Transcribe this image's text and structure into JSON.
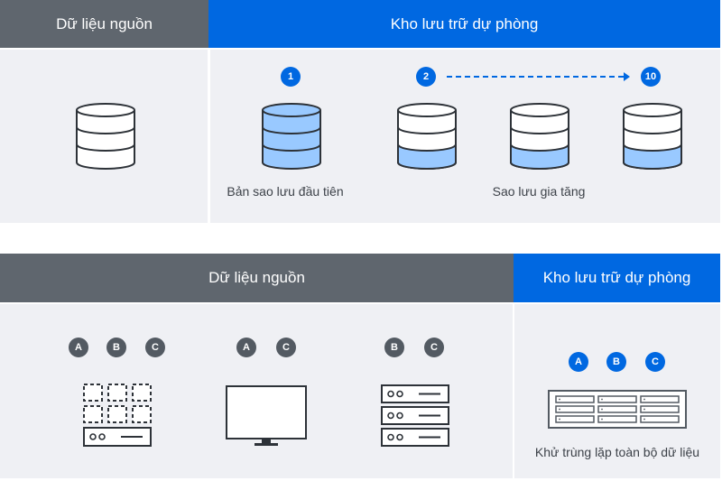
{
  "top_panel": {
    "source_header": "Dữ liệu nguồn",
    "backup_header": "Kho lưu trữ dự phòng",
    "steps": [
      {
        "badge": "1"
      },
      {
        "badge": "2"
      },
      {
        "badge": "10"
      }
    ],
    "first_backup_label": "Bản sao lưu đầu tiên",
    "incremental_label": "Sao lưu gia tăng"
  },
  "bottom_panel": {
    "source_header": "Dữ liệu nguồn",
    "backup_header": "Kho lưu trữ dự phòng",
    "groups": [
      {
        "device": "storage-array",
        "badges": [
          "A",
          "B",
          "C"
        ]
      },
      {
        "device": "monitor",
        "badges": [
          "A",
          "C"
        ]
      },
      {
        "device": "server-rack",
        "badges": [
          "B",
          "C"
        ]
      }
    ],
    "target_badges": [
      "A",
      "B",
      "C"
    ],
    "dedup_label": "Khử trùng lặp toàn bộ dữ liệu"
  },
  "colors": {
    "header_gray": "#5f666e",
    "header_blue": "#0068e1",
    "panel_bg": "#eff0f4",
    "db_fill_blue": "#99c9ff",
    "badge_gray": "#535a62"
  }
}
